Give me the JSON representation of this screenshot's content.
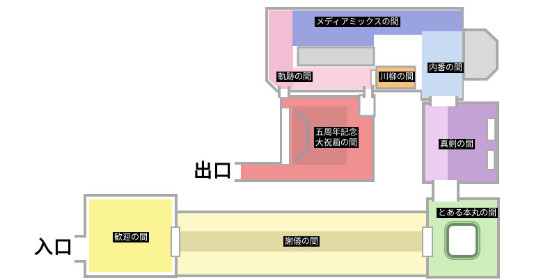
{
  "map": {
    "name": "exhibition-floor-plan",
    "border_color": "#a9a9a9",
    "rooms": [
      {
        "id": "mediamix",
        "label": "メディアミックスの間",
        "color": "#9aa3e0"
      },
      {
        "id": "kiseki",
        "label": "軌跡の間",
        "color": "#f3bed4"
      },
      {
        "id": "senryu",
        "label": "川柳の間",
        "color": "#f8c379"
      },
      {
        "id": "uchiban",
        "label": "内番の間",
        "color": "#c8dbf3"
      },
      {
        "id": "goshuunen",
        "label": "五周年記念\n大祝画の間",
        "color": "#f19090"
      },
      {
        "id": "shinken",
        "label": "真剣の間",
        "color": "#c5a2d6"
      },
      {
        "id": "aru_honmaru",
        "label": "とある本丸の間",
        "color": "#cdeebb"
      },
      {
        "id": "kangei",
        "label": "歓迎の間",
        "color": "#faf494"
      },
      {
        "id": "shagi",
        "label": "謝儀の間",
        "color": "#fdf8c8"
      }
    ],
    "exit_label": "出口",
    "entrance_label": "入口"
  }
}
